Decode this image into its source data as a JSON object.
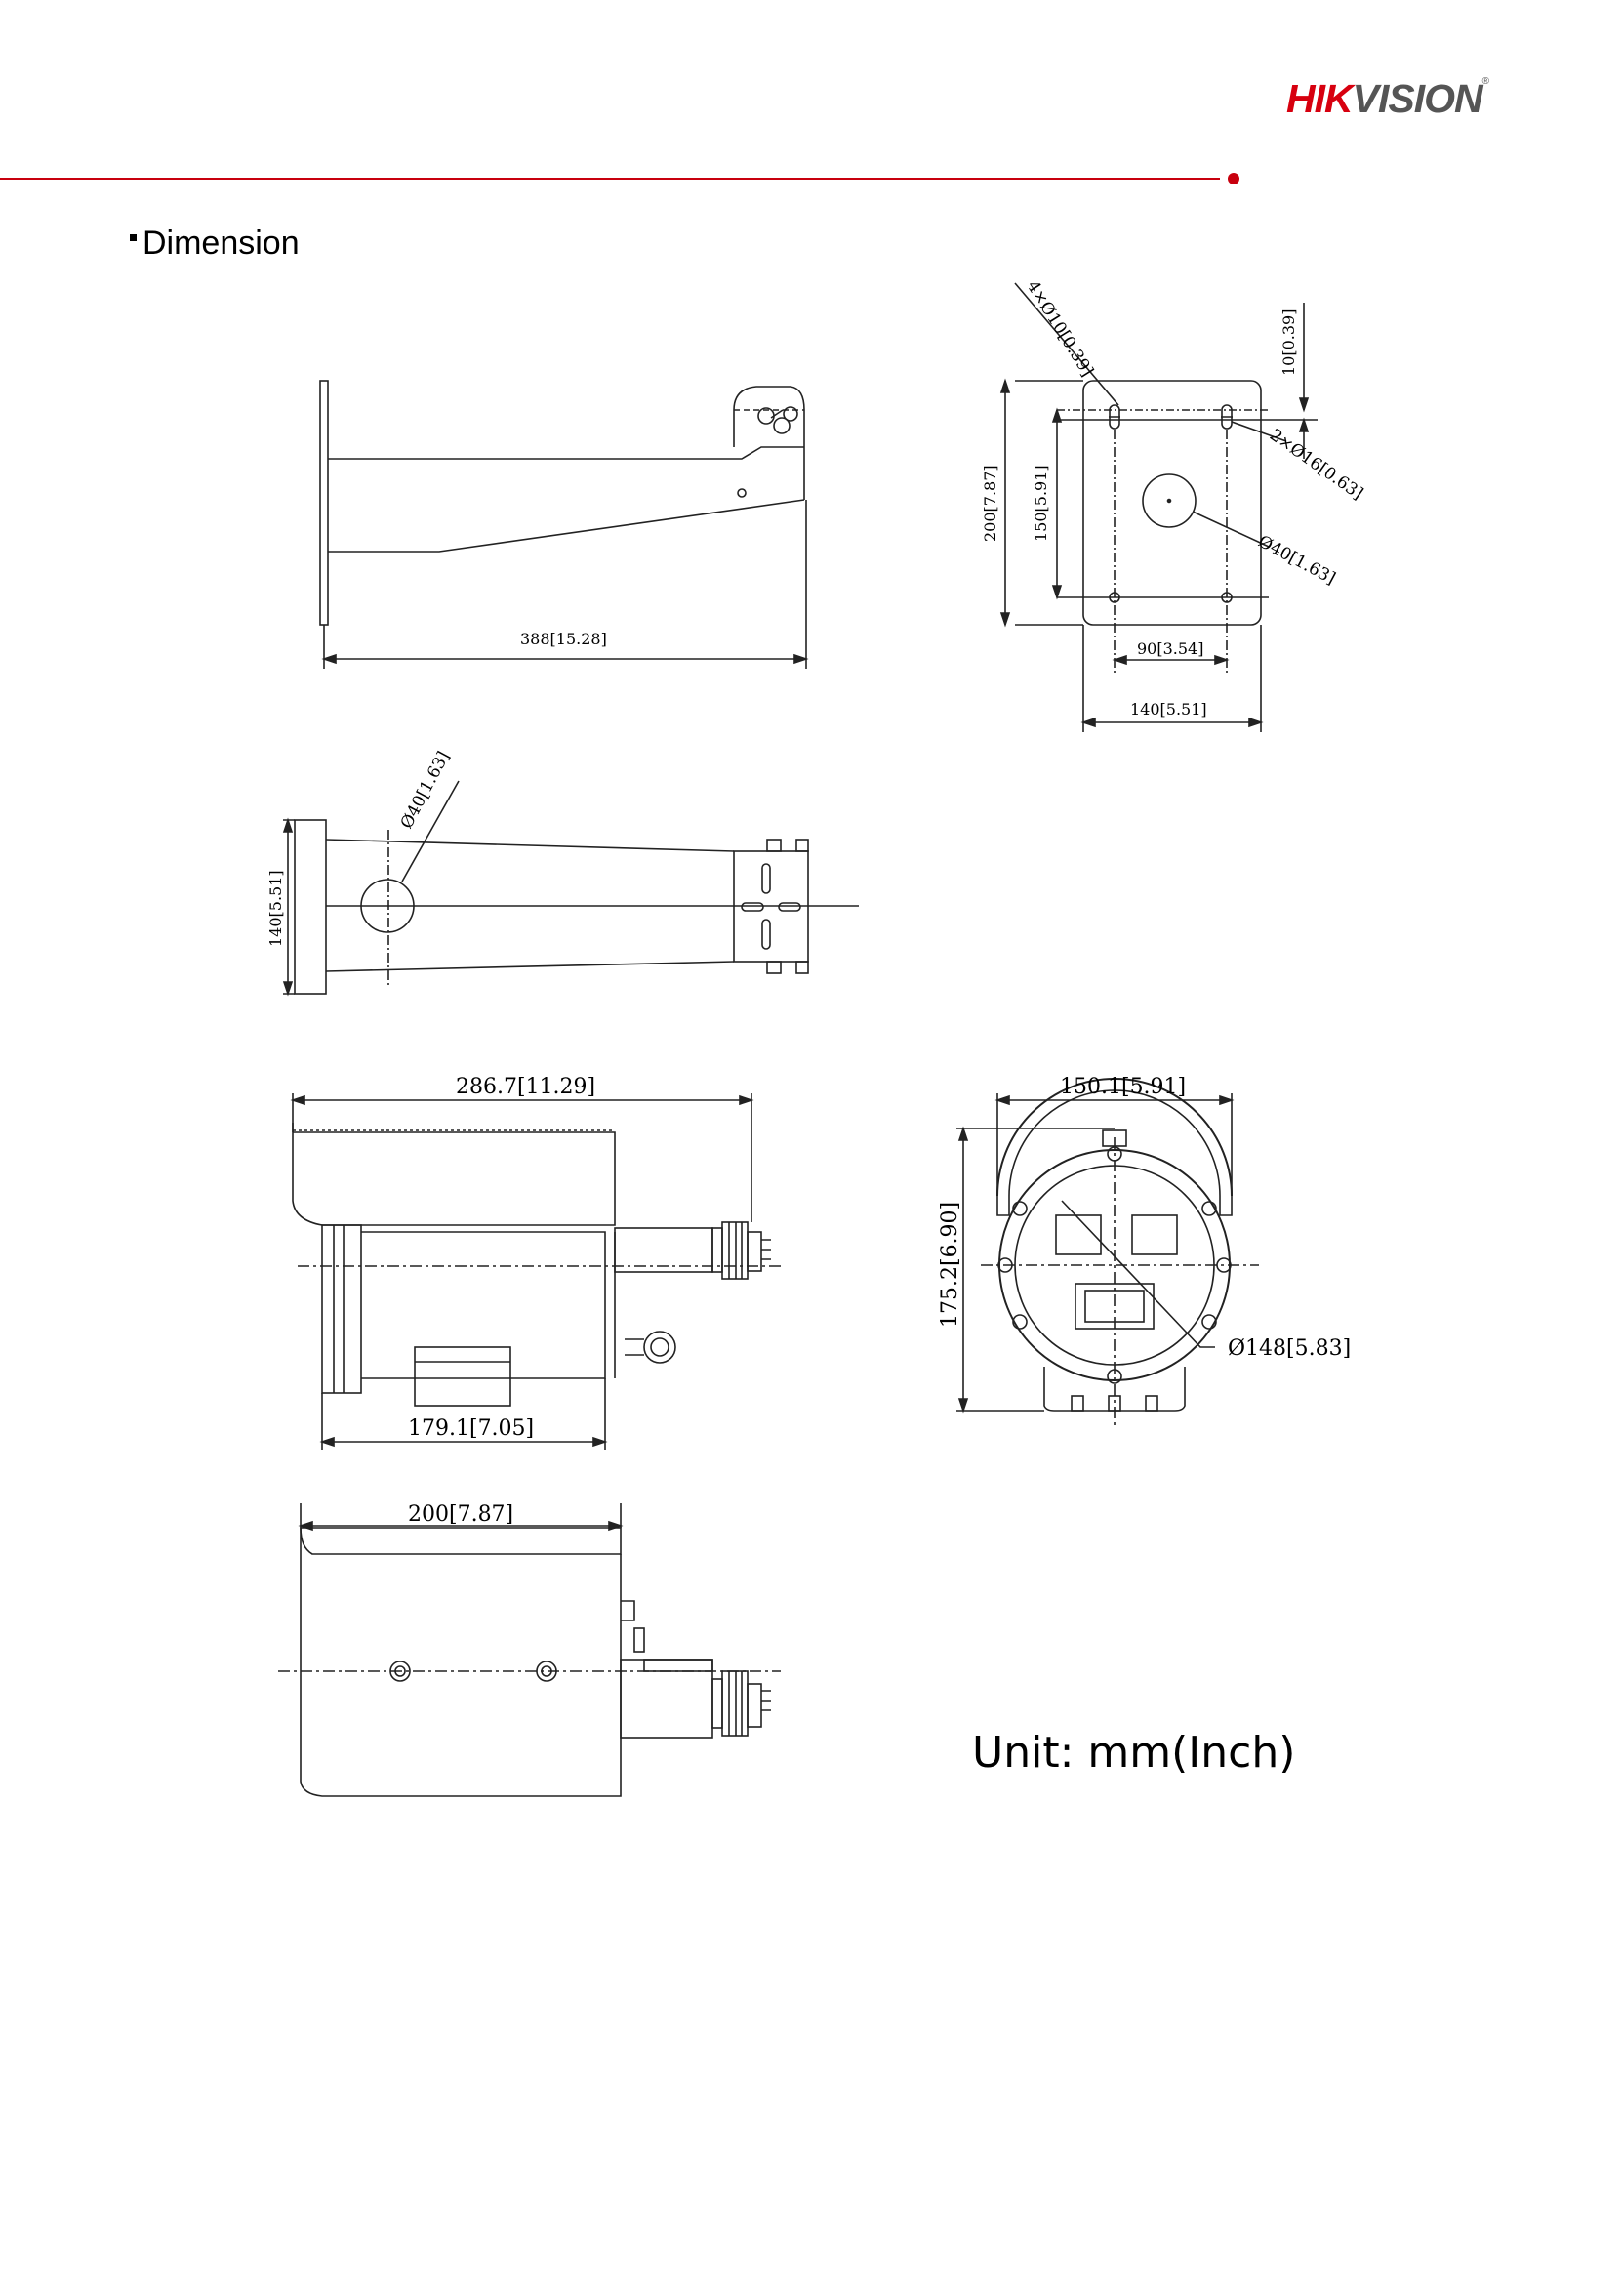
{
  "brand": {
    "logo_text_red": "HIK",
    "logo_text_gray": "VISION",
    "registered_mark": "®"
  },
  "section": {
    "title": "Dimension"
  },
  "dimensions": {
    "bracket_length": "388[15.28]",
    "plate_height": "200[7.87]",
    "hole_spacing_v": "150[5.91]",
    "hole_edge": "10[0.39]",
    "mount_holes": "4×Ø10[0.39]",
    "slot_holes": "2×Ø16[0.63]",
    "cable_hole_top": "Ø40[1.63]",
    "hole_spacing_h": "90[3.54]",
    "plate_width": "140[5.51]",
    "cable_hole_side": "Ø40[1.63]",
    "bracket_height": "140[5.51]",
    "camera_length": "286.7[11.29]",
    "body_length": "179.1[7.05]",
    "front_width": "150.1[5.91]",
    "front_height": "175.2[6.90]",
    "flange_diameter": "Ø148[5.83]",
    "side_length": "200[7.87]"
  },
  "unit_note": "Unit: mm(Inch)"
}
